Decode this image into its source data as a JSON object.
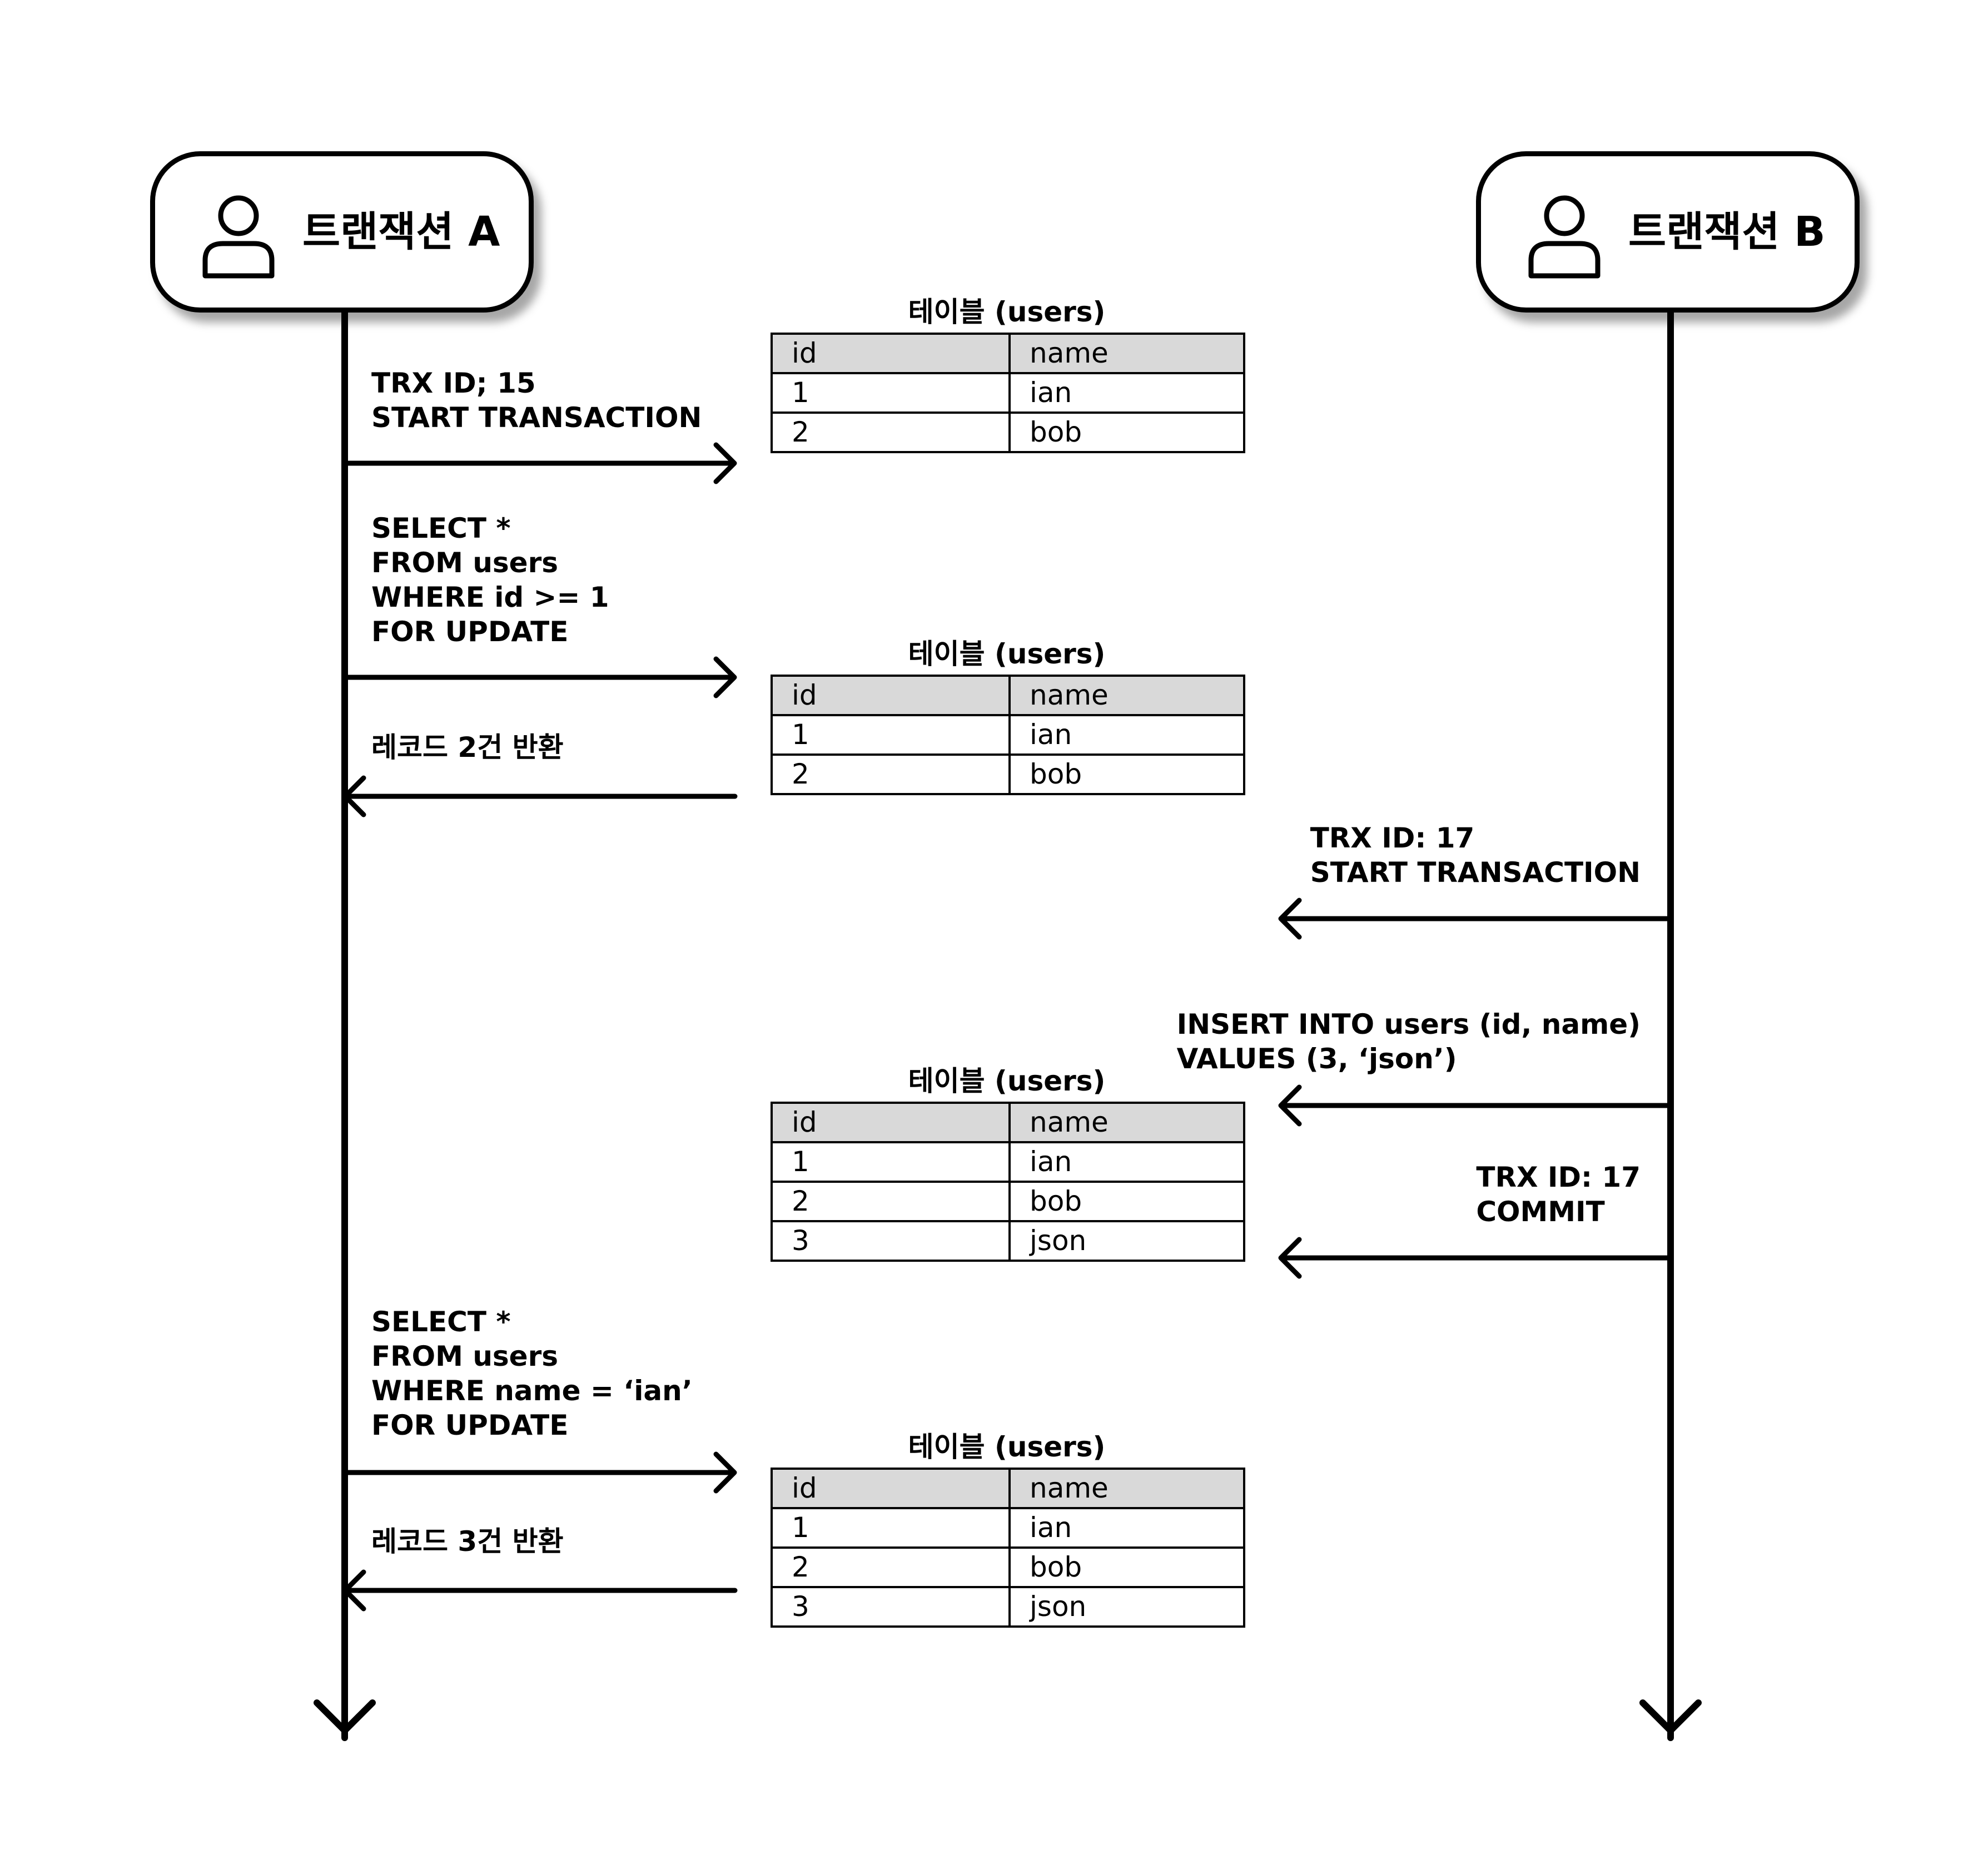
{
  "actors": {
    "a": {
      "title": "트랜잭션 A",
      "icon": "person-icon"
    },
    "b": {
      "title": "트랜잭션 B",
      "icon": "person-icon"
    }
  },
  "messages": [
    {
      "from": "a",
      "direction": "to-table",
      "lines": [
        "TRX ID; 15",
        "START TRANSACTION"
      ]
    },
    {
      "from": "a",
      "direction": "to-table",
      "lines": [
        "SELECT *",
        "FROM users",
        "WHERE id >= 1",
        "FOR UPDATE"
      ]
    },
    {
      "from": "table",
      "direction": "to-a",
      "lines": [
        "레코드 2건 반환"
      ]
    },
    {
      "from": "b",
      "direction": "to-table",
      "lines": [
        "TRX ID: 17",
        "START TRANSACTION"
      ]
    },
    {
      "from": "b",
      "direction": "to-table",
      "lines": [
        "INSERT INTO users (id, name)",
        "VALUES (3, ‘json’)"
      ]
    },
    {
      "from": "b",
      "direction": "to-table",
      "lines": [
        "TRX ID: 17",
        "COMMIT"
      ]
    },
    {
      "from": "a",
      "direction": "to-table",
      "lines": [
        "SELECT *",
        "FROM users",
        "WHERE name = ‘ian’",
        "FOR UPDATE"
      ]
    },
    {
      "from": "table",
      "direction": "to-a",
      "lines": [
        "레코드 3건 반환"
      ]
    }
  ],
  "tables": [
    {
      "title": "테이블 (users)",
      "columns": [
        "id",
        "name"
      ],
      "rows": [
        [
          "1",
          "ian"
        ],
        [
          "2",
          "bob"
        ]
      ]
    },
    {
      "title": "테이블 (users)",
      "columns": [
        "id",
        "name"
      ],
      "rows": [
        [
          "1",
          "ian"
        ],
        [
          "2",
          "bob"
        ]
      ]
    },
    {
      "title": "테이블 (users)",
      "columns": [
        "id",
        "name"
      ],
      "rows": [
        [
          "1",
          "ian"
        ],
        [
          "2",
          "bob"
        ],
        [
          "3",
          "json"
        ]
      ]
    },
    {
      "title": "테이블 (users)",
      "columns": [
        "id",
        "name"
      ],
      "rows": [
        [
          "1",
          "ian"
        ],
        [
          "2",
          "bob"
        ],
        [
          "3",
          "json"
        ]
      ]
    }
  ]
}
